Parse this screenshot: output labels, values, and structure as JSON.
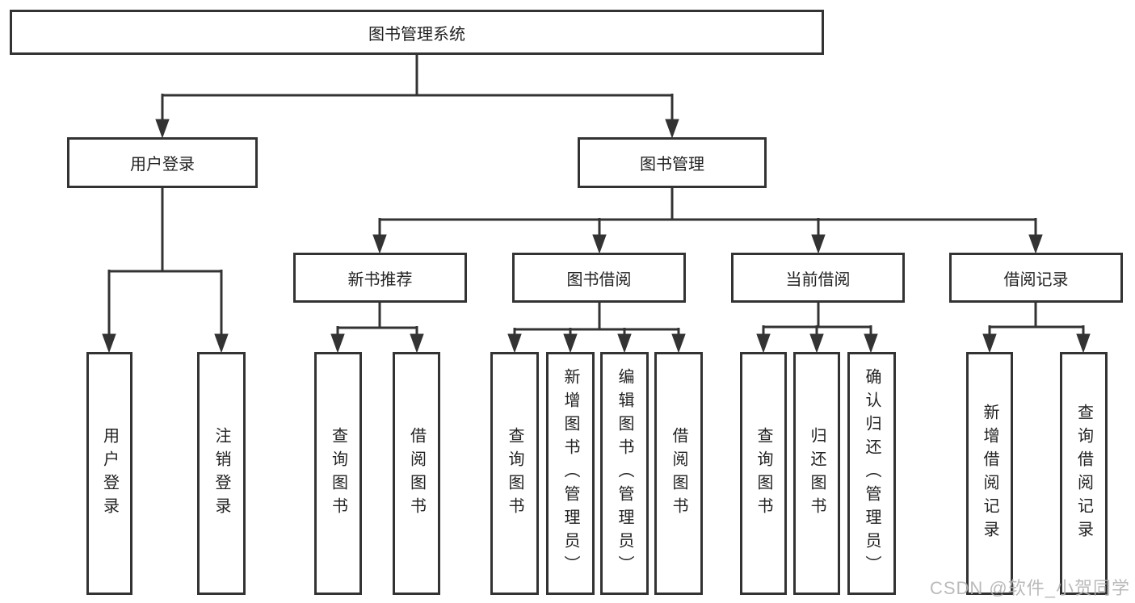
{
  "diagram": {
    "root": {
      "label": "图书管理系统"
    },
    "branches": [
      {
        "label": "用户登录",
        "leaves": [
          "用户登录",
          "注销登录"
        ]
      },
      {
        "label": "图书管理",
        "groups": [
          {
            "label": "新书推荐",
            "leaves": [
              "查询图书",
              "借阅图书"
            ]
          },
          {
            "label": "图书借阅",
            "leaves": [
              "查询图书",
              "新增图书（管理员）",
              "编辑图书（管理员）",
              "借阅图书"
            ]
          },
          {
            "label": "当前借阅",
            "leaves": [
              "查询图书",
              "归还图书",
              "确认归还（管理员）"
            ]
          },
          {
            "label": "借阅记录",
            "leaves": [
              "新增借阅记录",
              "查询借阅记录"
            ]
          }
        ]
      }
    ]
  },
  "watermark": {
    "text": "CSDN @软件_小贺同学"
  },
  "colors": {
    "line": "#333333",
    "text": "#222222",
    "background": "#ffffff",
    "watermark": "#b5b5b5"
  }
}
